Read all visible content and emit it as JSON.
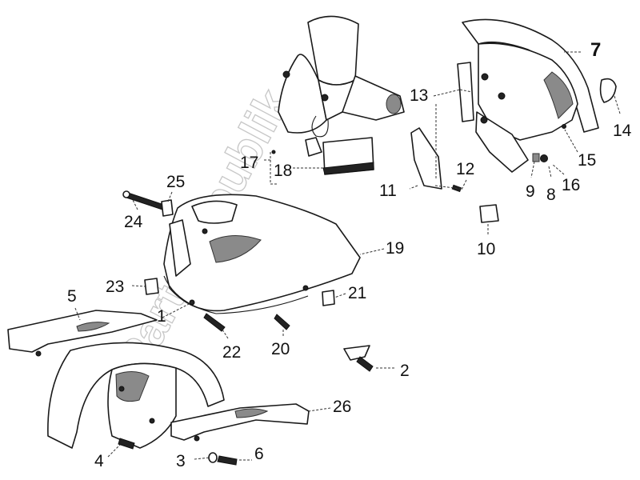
{
  "watermark": "PartsRepublik",
  "part_labels": [
    "1",
    "2",
    "3",
    "4",
    "5",
    "6",
    "7",
    "8",
    "9",
    "10",
    "11",
    "12",
    "13",
    "14",
    "15",
    "16",
    "17",
    "18",
    "19",
    "20",
    "21",
    "22",
    "23",
    "24",
    "25",
    "26"
  ]
}
